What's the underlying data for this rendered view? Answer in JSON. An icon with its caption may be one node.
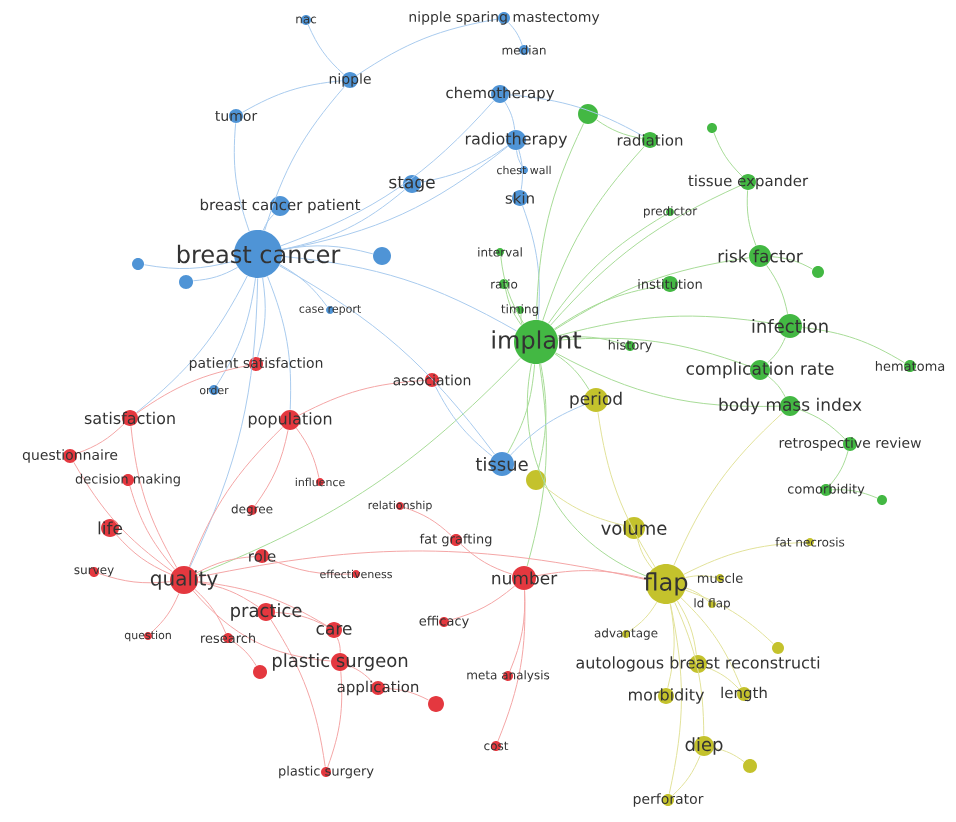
{
  "diagram": {
    "nodes": [
      {
        "text": [
          "nac"
        ]
      },
      {
        "text": [
          "nipple sparing mastectomy"
        ]
      },
      {
        "text": [
          "median"
        ]
      },
      {
        "text": [
          "nipple"
        ]
      },
      {
        "text": [
          "chemotherapy"
        ]
      },
      {
        "text": [
          "tumor"
        ]
      },
      {
        "text": [
          "radiotherapy"
        ]
      },
      {
        "text": [
          "chest wall"
        ]
      },
      {
        "text": [
          "stage"
        ]
      },
      {
        "text": [
          "skin"
        ]
      },
      {
        "text": [
          "breast cancer patient"
        ]
      },
      {
        "text": [
          "breast cancer"
        ]
      },
      {
        "text": [
          "case report"
        ]
      },
      {
        "text": [
          "order"
        ]
      },
      {
        "text": [
          "tissue"
        ]
      },
      {
        "text": [
          "patient satisfaction"
        ]
      },
      {
        "text": [
          "association"
        ]
      },
      {
        "text": [
          "satisfaction"
        ]
      },
      {
        "text": [
          "population"
        ]
      },
      {
        "text": [
          "questionnaire"
        ]
      },
      {
        "text": [
          "decision making"
        ]
      },
      {
        "text": [
          "influence"
        ]
      },
      {
        "text": [
          "degree"
        ]
      },
      {
        "text": [
          "relationship"
        ]
      },
      {
        "text": [
          "life"
        ]
      },
      {
        "text": [
          "survey"
        ]
      },
      {
        "text": [
          "quality"
        ]
      },
      {
        "text": [
          "role"
        ]
      },
      {
        "text": [
          "effectiveness"
        ]
      },
      {
        "text": [
          "fat grafting"
        ]
      },
      {
        "text": [
          "practice"
        ]
      },
      {
        "text": [
          "care"
        ]
      },
      {
        "text": [
          "question"
        ]
      },
      {
        "text": [
          "research"
        ]
      },
      {
        "text": [
          "plastic surgeon"
        ]
      },
      {
        "text": [
          "application"
        ]
      },
      {
        "text": [
          "efficacy"
        ]
      },
      {
        "text": [
          "number"
        ]
      },
      {
        "text": [
          "meta analysis"
        ]
      },
      {
        "text": [
          "cost"
        ]
      },
      {
        "text": [
          "plastic surgery"
        ]
      },
      {
        "text": [
          "radiation"
        ]
      },
      {
        "text": [
          "tissue expander"
        ]
      },
      {
        "text": [
          "predictor"
        ]
      },
      {
        "text": [
          "interval"
        ]
      },
      {
        "text": [
          "risk factor"
        ]
      },
      {
        "text": [
          "ratio"
        ]
      },
      {
        "text": [
          "institution"
        ]
      },
      {
        "text": [
          "timing"
        ]
      },
      {
        "text": [
          "implant"
        ]
      },
      {
        "text": [
          "history"
        ]
      },
      {
        "text": [
          "infection"
        ]
      },
      {
        "text": [
          "complication rate"
        ]
      },
      {
        "text": [
          "hematoma"
        ]
      },
      {
        "text": [
          "body mass index"
        ]
      },
      {
        "text": [
          "retrospective review"
        ]
      },
      {
        "text": [
          "comorbidity"
        ]
      },
      {
        "text": [
          "period"
        ]
      },
      {
        "text": [
          "volume"
        ]
      },
      {
        "text": [
          "flap"
        ]
      },
      {
        "text": [
          "muscle"
        ]
      },
      {
        "text": [
          "ld flap"
        ]
      },
      {
        "text": [
          "fat necrosis"
        ]
      },
      {
        "text": [
          "advantage"
        ]
      },
      {
        "text": [
          "autologous breast reconstructi"
        ]
      },
      {
        "text": [
          "morbidity"
        ]
      },
      {
        "text": [
          "length"
        ]
      },
      {
        "text": [
          "diep"
        ]
      },
      {
        "text": [
          "perforator"
        ]
      },
      {
        "text": [],
        "shape": "circle"
      },
      {
        "text": [],
        "shape": "circle"
      },
      {
        "text": [],
        "shape": "circle"
      },
      {
        "text": [],
        "shape": "circle"
      },
      {
        "text": [],
        "shape": "circle"
      },
      {
        "text": [],
        "shape": "circle"
      },
      {
        "text": [],
        "shape": "circle"
      },
      {
        "text": [],
        "shape": "circle"
      },
      {
        "text": [],
        "shape": "circle"
      },
      {
        "text": [],
        "shape": "circle"
      },
      {
        "text": [],
        "shape": "circle"
      },
      {
        "text": [],
        "shape": "circle"
      }
    ],
    "edges": [
      {
        "from": 11,
        "to": 10,
        "arrow": "none",
        "color": "#a9cbee"
      },
      {
        "from": 11,
        "to": 8,
        "arrow": "none",
        "color": "#a9cbee"
      },
      {
        "from": 11,
        "to": 5,
        "arrow": "none",
        "color": "#a9cbee"
      },
      {
        "from": 11,
        "to": 3,
        "arrow": "none",
        "color": "#a9cbee"
      },
      {
        "from": 11,
        "to": 69,
        "arrow": "none",
        "color": "#a9cbee"
      },
      {
        "from": 11,
        "to": 70,
        "arrow": "none",
        "color": "#a9cbee"
      },
      {
        "from": 11,
        "to": 72,
        "arrow": "none",
        "color": "#a9cbee"
      },
      {
        "from": 11,
        "to": 12,
        "arrow": "none",
        "color": "#a9cbee"
      },
      {
        "from": 11,
        "to": 15,
        "arrow": "none",
        "color": "#a9cbee"
      },
      {
        "from": 11,
        "to": 26,
        "arrow": "none",
        "color": "#a9cbee"
      },
      {
        "from": 11,
        "to": 17,
        "arrow": "none",
        "color": "#a9cbee"
      },
      {
        "from": 11,
        "to": 49,
        "arrow": "none",
        "color": "#a9cbee"
      },
      {
        "from": 11,
        "to": 18,
        "arrow": "none",
        "color": "#a9cbee"
      },
      {
        "from": 11,
        "to": 4,
        "arrow": "none",
        "color": "#a9cbee"
      },
      {
        "from": 11,
        "to": 6,
        "arrow": "none",
        "color": "#a9cbee"
      },
      {
        "from": 11,
        "to": 14,
        "arrow": "none",
        "color": "#a9cbee"
      },
      {
        "from": 11,
        "to": 13,
        "arrow": "none",
        "color": "#a9cbee"
      },
      {
        "from": 3,
        "to": 1,
        "arrow": "none",
        "color": "#a9cbee"
      },
      {
        "from": 3,
        "to": 0,
        "arrow": "none",
        "color": "#a9cbee"
      },
      {
        "from": 1,
        "to": 2,
        "arrow": "none",
        "color": "#a9cbee"
      },
      {
        "from": 4,
        "to": 6,
        "arrow": "none",
        "color": "#a9cbee"
      },
      {
        "from": 6,
        "to": 9,
        "arrow": "none",
        "color": "#a9cbee"
      },
      {
        "from": 6,
        "to": 8,
        "arrow": "none",
        "color": "#a9cbee"
      },
      {
        "from": 7,
        "to": 6,
        "arrow": "none",
        "color": "#a9cbee"
      },
      {
        "from": 4,
        "to": 41,
        "arrow": "none",
        "color": "#a9cbee"
      },
      {
        "from": 9,
        "to": 49,
        "arrow": "none",
        "color": "#a9cbee"
      },
      {
        "from": 5,
        "to": 3,
        "arrow": "none",
        "color": "#a9cbee"
      },
      {
        "from": 49,
        "to": 44,
        "arrow": "none",
        "color": "#a8dc98"
      },
      {
        "from": 49,
        "to": 46,
        "arrow": "none",
        "color": "#a8dc98"
      },
      {
        "from": 49,
        "to": 48,
        "arrow": "none",
        "color": "#a8dc98"
      },
      {
        "from": 49,
        "to": 50,
        "arrow": "none",
        "color": "#a8dc98"
      },
      {
        "from": 49,
        "to": 51,
        "arrow": "none",
        "color": "#a8dc98"
      },
      {
        "from": 49,
        "to": 52,
        "arrow": "none",
        "color": "#a8dc98"
      },
      {
        "from": 49,
        "to": 54,
        "arrow": "none",
        "color": "#a8dc98"
      },
      {
        "from": 49,
        "to": 45,
        "arrow": "none",
        "color": "#a8dc98"
      },
      {
        "from": 49,
        "to": 47,
        "arrow": "none",
        "color": "#a8dc98"
      },
      {
        "from": 49,
        "to": 41,
        "arrow": "none",
        "color": "#a8dc98"
      },
      {
        "from": 49,
        "to": 42,
        "arrow": "none",
        "color": "#a8dc98"
      },
      {
        "from": 49,
        "to": 14,
        "arrow": "none",
        "color": "#a8dc98"
      },
      {
        "from": 49,
        "to": 57,
        "arrow": "none",
        "color": "#a8dc98"
      },
      {
        "from": 49,
        "to": 59,
        "arrow": "none",
        "color": "#a8dc98"
      },
      {
        "from": 49,
        "to": 26,
        "arrow": "none",
        "color": "#a8dc98"
      },
      {
        "from": 49,
        "to": 37,
        "arrow": "none",
        "color": "#a8dc98"
      },
      {
        "from": 49,
        "to": 75,
        "arrow": "none",
        "color": "#a8dc98"
      },
      {
        "from": 49,
        "to": 43,
        "arrow": "none",
        "color": "#a8dc98"
      },
      {
        "from": 49,
        "to": 74,
        "arrow": "none",
        "color": "#a8dc98"
      },
      {
        "from": 45,
        "to": 42,
        "arrow": "none",
        "color": "#a8dc98"
      },
      {
        "from": 45,
        "to": 51,
        "arrow": "none",
        "color": "#a8dc98"
      },
      {
        "from": 51,
        "to": 52,
        "arrow": "none",
        "color": "#a8dc98"
      },
      {
        "from": 52,
        "to": 54,
        "arrow": "none",
        "color": "#a8dc98"
      },
      {
        "from": 54,
        "to": 55,
        "arrow": "none",
        "color": "#a8dc98"
      },
      {
        "from": 55,
        "to": 56,
        "arrow": "none",
        "color": "#a8dc98"
      },
      {
        "from": 51,
        "to": 53,
        "arrow": "none",
        "color": "#a8dc98"
      },
      {
        "from": 45,
        "to": 79,
        "arrow": "none",
        "color": "#a8dc98"
      },
      {
        "from": 41,
        "to": 75,
        "arrow": "none",
        "color": "#a8dc98"
      },
      {
        "from": 42,
        "to": 76,
        "arrow": "none",
        "color": "#a8dc98"
      },
      {
        "from": 56,
        "to": 80,
        "arrow": "none",
        "color": "#a8dc98"
      },
      {
        "from": 26,
        "to": 24,
        "arrow": "none",
        "color": "#f4a6a6"
      },
      {
        "from": 26,
        "to": 30,
        "arrow": "none",
        "color": "#f4a6a6"
      },
      {
        "from": 26,
        "to": 17,
        "arrow": "none",
        "color": "#f4a6a6"
      },
      {
        "from": 26,
        "to": 19,
        "arrow": "none",
        "color": "#f4a6a6"
      },
      {
        "from": 26,
        "to": 25,
        "arrow": "none",
        "color": "#f4a6a6"
      },
      {
        "from": 26,
        "to": 32,
        "arrow": "none",
        "color": "#f4a6a6"
      },
      {
        "from": 26,
        "to": 33,
        "arrow": "none",
        "color": "#f4a6a6"
      },
      {
        "from": 26,
        "to": 27,
        "arrow": "none",
        "color": "#f4a6a6"
      },
      {
        "from": 26,
        "to": 20,
        "arrow": "none",
        "color": "#f4a6a6"
      },
      {
        "from": 26,
        "to": 18,
        "arrow": "none",
        "color": "#f4a6a6"
      },
      {
        "from": 26,
        "to": 31,
        "arrow": "none",
        "color": "#f4a6a6"
      },
      {
        "from": 26,
        "to": 34,
        "arrow": "none",
        "color": "#f4a6a6"
      },
      {
        "from": 26,
        "to": 59,
        "arrow": "none",
        "color": "#f4a6a6"
      },
      {
        "from": 17,
        "to": 19,
        "arrow": "none",
        "color": "#f4a6a6"
      },
      {
        "from": 17,
        "to": 15,
        "arrow": "none",
        "color": "#f4a6a6"
      },
      {
        "from": 18,
        "to": 22,
        "arrow": "none",
        "color": "#f4a6a6"
      },
      {
        "from": 18,
        "to": 21,
        "arrow": "none",
        "color": "#f4a6a6"
      },
      {
        "from": 18,
        "to": 16,
        "arrow": "none",
        "color": "#f4a6a6"
      },
      {
        "from": 30,
        "to": 31,
        "arrow": "none",
        "color": "#f4a6a6"
      },
      {
        "from": 31,
        "to": 34,
        "arrow": "none",
        "color": "#f4a6a6"
      },
      {
        "from": 34,
        "to": 35,
        "arrow": "none",
        "color": "#f4a6a6"
      },
      {
        "from": 34,
        "to": 40,
        "arrow": "none",
        "color": "#f4a6a6"
      },
      {
        "from": 30,
        "to": 40,
        "arrow": "none",
        "color": "#f4a6a6"
      },
      {
        "from": 33,
        "to": 71,
        "arrow": "none",
        "color": "#f4a6a6"
      },
      {
        "from": 35,
        "to": 73,
        "arrow": "none",
        "color": "#f4a6a6"
      },
      {
        "from": 37,
        "to": 36,
        "arrow": "none",
        "color": "#f4a6a6"
      },
      {
        "from": 37,
        "to": 29,
        "arrow": "none",
        "color": "#f4a6a6"
      },
      {
        "from": 37,
        "to": 38,
        "arrow": "none",
        "color": "#f4a6a6"
      },
      {
        "from": 37,
        "to": 39,
        "arrow": "none",
        "color": "#f4a6a6"
      },
      {
        "from": 37,
        "to": 59,
        "arrow": "none",
        "color": "#f4a6a6"
      },
      {
        "from": 28,
        "to": 27,
        "arrow": "none",
        "color": "#f4a6a6"
      },
      {
        "from": 23,
        "to": 29,
        "arrow": "none",
        "color": "#f4a6a6"
      },
      {
        "from": 59,
        "to": 58,
        "arrow": "none",
        "color": "#e2e29a"
      },
      {
        "from": 59,
        "to": 60,
        "arrow": "none",
        "color": "#e2e29a"
      },
      {
        "from": 59,
        "to": 61,
        "arrow": "none",
        "color": "#e2e29a"
      },
      {
        "from": 59,
        "to": 63,
        "arrow": "none",
        "color": "#e2e29a"
      },
      {
        "from": 59,
        "to": 64,
        "arrow": "none",
        "color": "#e2e29a"
      },
      {
        "from": 59,
        "to": 65,
        "arrow": "none",
        "color": "#e2e29a"
      },
      {
        "from": 59,
        "to": 66,
        "arrow": "none",
        "color": "#e2e29a"
      },
      {
        "from": 59,
        "to": 67,
        "arrow": "none",
        "color": "#e2e29a"
      },
      {
        "from": 59,
        "to": 68,
        "arrow": "none",
        "color": "#e2e29a"
      },
      {
        "from": 59,
        "to": 62,
        "arrow": "none",
        "color": "#e2e29a"
      },
      {
        "from": 59,
        "to": 57,
        "arrow": "none",
        "color": "#e2e29a"
      },
      {
        "from": 59,
        "to": 78,
        "arrow": "none",
        "color": "#e2e29a"
      },
      {
        "from": 59,
        "to": 54,
        "arrow": "none",
        "color": "#e2e29a"
      },
      {
        "from": 67,
        "to": 68,
        "arrow": "none",
        "color": "#e2e29a"
      },
      {
        "from": 67,
        "to": 77,
        "arrow": "none",
        "color": "#e2e29a"
      },
      {
        "from": 64,
        "to": 66,
        "arrow": "none",
        "color": "#e2e29a"
      },
      {
        "from": 58,
        "to": 74,
        "arrow": "none",
        "color": "#e2e29a"
      },
      {
        "from": 14,
        "to": 57,
        "arrow": "none",
        "color": "#a9cbee"
      },
      {
        "from": 14,
        "to": 16,
        "arrow": "none",
        "color": "#a9cbee"
      }
    ]
  }
}
